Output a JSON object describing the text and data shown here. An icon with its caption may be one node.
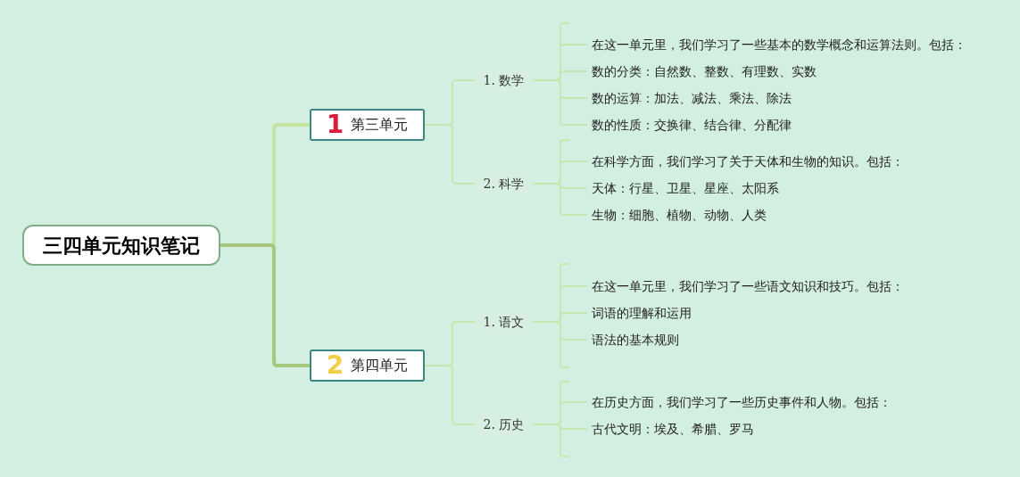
{
  "diagram": {
    "nodes": [
      {
        "text": [
          "三四单元知识笔记"
        ]
      },
      {
        "text": [
          "1",
          "第三单元"
        ]
      },
      {
        "text": [
          "1. 数学"
        ]
      },
      {
        "text": [
          "在这一单元里，我们学习了一些基本的数学概念和运算法则。包括："
        ]
      },
      {
        "text": [
          "数的分类：自然数、整数、有理数、实数"
        ]
      },
      {
        "text": [
          "数的运算：加法、减法、乘法、除法"
        ]
      },
      {
        "text": [
          "数的性质：交换律、结合律、分配律"
        ]
      },
      {
        "text": [
          "2. 科学"
        ]
      },
      {
        "text": [
          "在科学方面，我们学习了关于天体和生物的知识。包括："
        ]
      },
      {
        "text": [
          "天体：行星、卫星、星座、太阳系"
        ]
      },
      {
        "text": [
          "生物：细胞、植物、动物、人类"
        ]
      },
      {
        "text": [
          "2",
          "第四单元"
        ]
      },
      {
        "text": [
          "1. 语文"
        ]
      },
      {
        "text": [
          "在这一单元里，我们学习了一些语文知识和技巧。包括："
        ]
      },
      {
        "text": [
          "词语的理解和运用"
        ]
      },
      {
        "text": [
          "语法的基本规则"
        ]
      },
      {
        "text": [
          "2. 历史"
        ]
      },
      {
        "text": [
          "在历史方面，我们学习了一些历史事件和人物。包括："
        ]
      },
      {
        "text": [
          "古代文明：埃及、希腊、罗马"
        ]
      }
    ],
    "edges": [
      {
        "from": 0,
        "to": 1,
        "arrow": "none",
        "style": "thick",
        "color": "#c5e39e"
      },
      {
        "from": 0,
        "to": 11,
        "arrow": "none",
        "style": "thick",
        "color": "#a6c77c"
      },
      {
        "from": 1,
        "to": 2,
        "arrow": "none"
      },
      {
        "from": 1,
        "to": 7,
        "arrow": "none"
      },
      {
        "from": 2,
        "to": null,
        "arrow": "none"
      },
      {
        "from": 2,
        "to": 3,
        "arrow": "none"
      },
      {
        "from": 2,
        "to": 4,
        "arrow": "none"
      },
      {
        "from": 2,
        "to": 5,
        "arrow": "none"
      },
      {
        "from": 2,
        "to": 6,
        "arrow": "none"
      },
      {
        "from": 7,
        "to": null,
        "arrow": "none"
      },
      {
        "from": 7,
        "to": 8,
        "arrow": "none"
      },
      {
        "from": 7,
        "to": 9,
        "arrow": "none"
      },
      {
        "from": 7,
        "to": 10,
        "arrow": "none"
      },
      {
        "from": 11,
        "to": 12,
        "arrow": "none"
      },
      {
        "from": 11,
        "to": 16,
        "arrow": "none"
      },
      {
        "from": 12,
        "to": null,
        "arrow": "none"
      },
      {
        "from": 12,
        "to": 13,
        "arrow": "none"
      },
      {
        "from": 12,
        "to": 14,
        "arrow": "none"
      },
      {
        "from": 12,
        "to": 15,
        "arrow": "none"
      },
      {
        "from": 12,
        "to": null,
        "arrow": "none"
      },
      {
        "from": 16,
        "to": null,
        "arrow": "none"
      },
      {
        "from": 16,
        "to": 17,
        "arrow": "none"
      },
      {
        "from": 16,
        "to": 18,
        "arrow": "none"
      },
      {
        "from": 16,
        "to": null,
        "arrow": "none"
      }
    ]
  }
}
